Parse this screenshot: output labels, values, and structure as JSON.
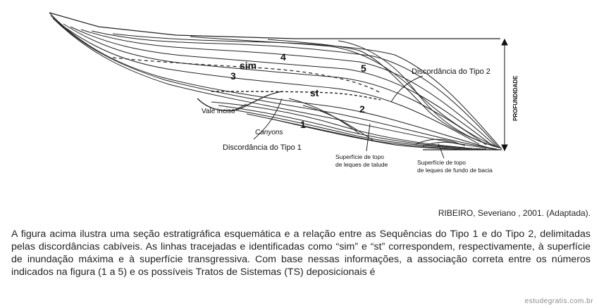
{
  "figure": {
    "labels": {
      "seq4": "4",
      "seq5": "5",
      "seq3": "3",
      "seq2": "2",
      "seq1": "1",
      "sim": "sim",
      "st": "st",
      "discordancia_tipo2": "Discordância do Tipo 2",
      "discordancia_tipo1": "Discordância do Tipo 1",
      "vale_inciso": "Vale inciso",
      "canyons": "Canyons",
      "profundidade": "PROFUNDIDADE",
      "talude_line1": "Superfície de topo",
      "talude_line2": "de leques de talude",
      "fundo_line1": "Superfície de topo",
      "fundo_line2": "de leques de fundo de bacia"
    }
  },
  "caption": "RIBEIRO, Severiano , 2001. (Adaptada).",
  "question": "A figura acima ilustra uma seção estratigráfica esquemática e a relação entre as Sequências do Tipo 1 e do Tipo 2, delimitadas pelas discordâncias cabíveis. As linhas tracejadas e identificadas como “sim” e “st” correspondem, respectivamente, à superfície de inundação máxima e à superfície transgressiva. Com base nessas informações, a associação correta entre os números indicados na figura (1 a 5) e os possíveis Tratos de Sistemas (TS) deposicionais é",
  "watermark": "estudegratis.com.br"
}
